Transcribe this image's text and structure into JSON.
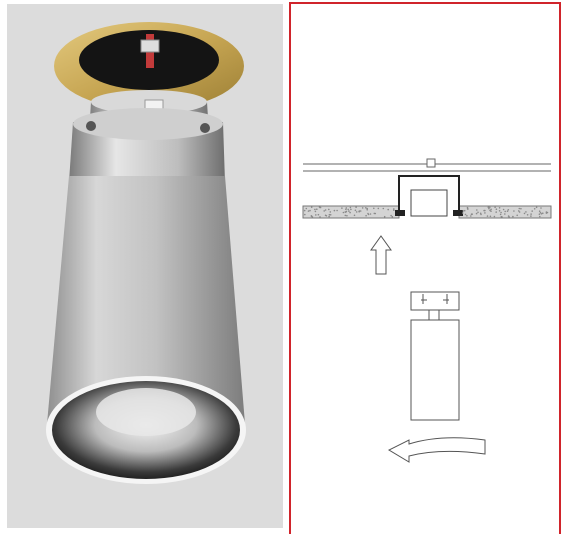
{
  "colors": {
    "frame_border": "#d0242b",
    "photo_background": "#dcdcdc",
    "trim_ring": "#c9a957",
    "body_silver": "#bfbfbf",
    "lens_dark": "#1e1e1e",
    "line_art": "#555555"
  },
  "photo": {
    "subject": "recessed-downlight-photo"
  },
  "diagram": {
    "subject": "installation-diagram",
    "steps": [
      "ceiling-mount-installed",
      "insert-upward-arrow",
      "fixture-module",
      "rotate-to-lock-arrow"
    ]
  }
}
